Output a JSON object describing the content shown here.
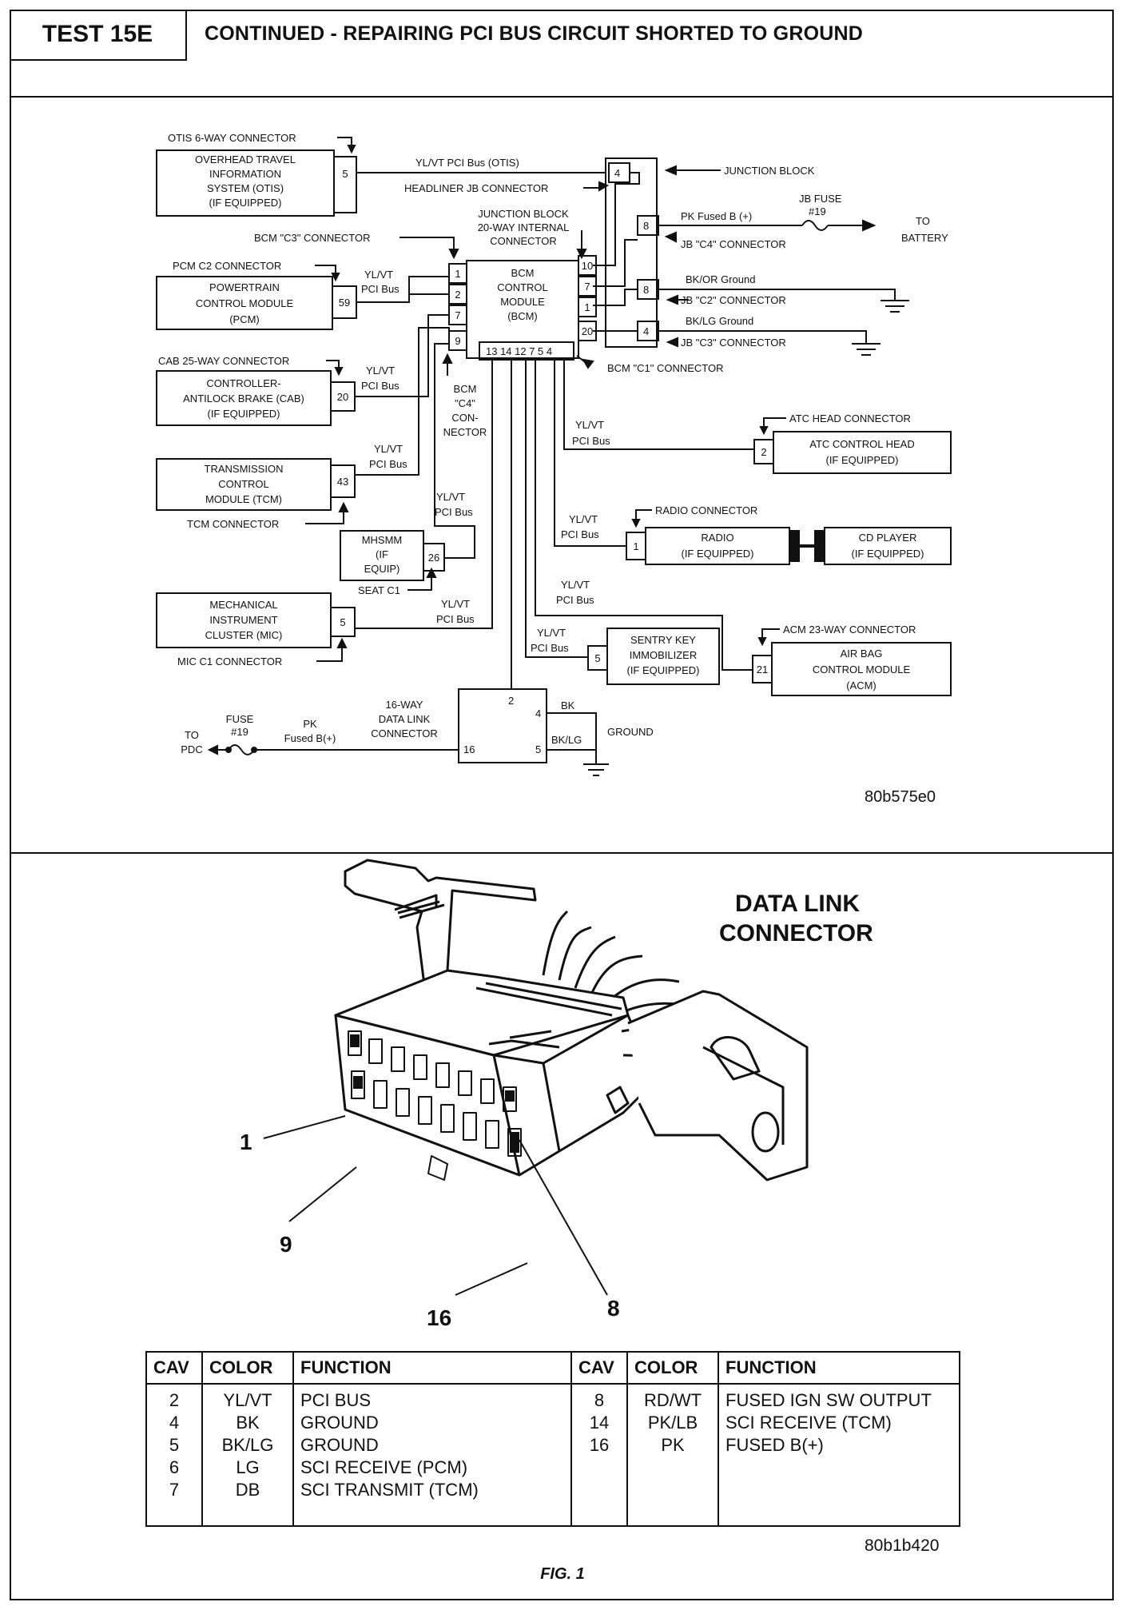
{
  "header": {
    "test_label": "TEST 15E",
    "title": "CONTINUED - REPAIRING PCI BUS CIRCUIT SHORTED TO GROUND"
  },
  "wiring_diagram": {
    "image_code": "80b575e0",
    "otis": {
      "connector_label": "OTIS 6-WAY CONNECTOR",
      "module_lines": [
        "OVERHEAD TRAVEL",
        "INFORMATION",
        "SYSTEM (OTIS)",
        "(IF EQUIPPED)"
      ],
      "pin": "5",
      "wire": "YL/VT PCI Bus (OTIS)"
    },
    "junction_block": {
      "label": "JUNCTION BLOCK",
      "headliner_label": "HEADLINER JB CONNECTOR",
      "internal_label_lines": [
        "JUNCTION BLOCK",
        "20-WAY INTERNAL",
        "CONNECTOR"
      ],
      "pins": [
        "4",
        "8",
        "8",
        "4"
      ],
      "fuse_wire": "PK Fused B (+)",
      "fuse_label_lines": [
        "JB FUSE",
        "#19"
      ],
      "to_battery_lines": [
        "TO",
        "BATTERY"
      ],
      "c4_label": "JB \"C4\" CONNECTOR",
      "ground1_wire": "BK/OR Ground",
      "c2_label": "JB \"C2\" CONNECTOR",
      "ground2_wire": "BK/LG Ground",
      "c3_label": "JB \"C3\" CONNECTOR"
    },
    "bcm": {
      "module_lines": [
        "BCM",
        "CONTROL",
        "MODULE",
        "(BCM)"
      ],
      "c3_label": "BCM \"C3\" CONNECTOR",
      "left_pins": [
        "1",
        "2",
        "7",
        "9"
      ],
      "right_pins": [
        "10",
        "7",
        "1",
        "20"
      ],
      "bottom_pins": "13 14  12 7 5 4",
      "c1_label": "BCM \"C1\" CONNECTOR",
      "c4_label_lines": [
        "BCM",
        "\"C4\"",
        "CON-",
        "NECTOR"
      ]
    },
    "pcm": {
      "connector_label": "PCM C2 CONNECTOR",
      "module_lines": [
        "POWERTRAIN",
        "CONTROL MODULE",
        "(PCM)"
      ],
      "pin": "59",
      "wire_lines": [
        "YL/VT",
        "PCI Bus"
      ]
    },
    "cab": {
      "connector_label": "CAB 25-WAY CONNECTOR",
      "module_lines": [
        "CONTROLLER-",
        "ANTILOCK BRAKE (CAB)",
        "(IF EQUIPPED)"
      ],
      "pin": "20",
      "wire_lines": [
        "YL/VT",
        "PCI Bus"
      ]
    },
    "tcm": {
      "module_lines": [
        "TRANSMISSION",
        "CONTROL",
        "MODULE (TCM)"
      ],
      "connector_label": "TCM CONNECTOR",
      "pin": "43",
      "wire_lines": [
        "YL/VT",
        "PCI Bus"
      ]
    },
    "mhsmm": {
      "module_lines": [
        "MHSMM",
        "(IF",
        "EQUIP)"
      ],
      "connector_label": "SEAT C1",
      "pin": "26",
      "wire_lines": [
        "YL/VT",
        "PCI Bus"
      ]
    },
    "mic": {
      "module_lines": [
        "MECHANICAL",
        "INSTRUMENT",
        "CLUSTER (MIC)"
      ],
      "connector_label": "MIC C1 CONNECTOR",
      "pin": "5",
      "wire_lines": [
        "YL/VT",
        "PCI Bus"
      ]
    },
    "atc": {
      "connector_label": "ATC HEAD CONNECTOR",
      "module_lines": [
        "ATC CONTROL HEAD",
        "(IF EQUIPPED)"
      ],
      "pin": "2",
      "wire_lines": [
        "YL/VT",
        "PCI Bus"
      ]
    },
    "radio": {
      "connector_label": "RADIO CONNECTOR",
      "module_lines": [
        "RADIO",
        "(IF EQUIPPED)"
      ],
      "pin": "1",
      "wire_lines": [
        "YL/VT",
        "PCI Bus"
      ],
      "cd_lines": [
        "CD PLAYER",
        "(IF EQUIPPED)"
      ]
    },
    "sentry": {
      "module_lines": [
        "SENTRY KEY",
        "IMMOBILIZER",
        "(IF EQUIPPED)"
      ],
      "pin": "5",
      "wire_lines": [
        "YL/VT",
        "PCI Bus"
      ]
    },
    "acm": {
      "connector_label": "ACM 23-WAY CONNECTOR",
      "module_lines": [
        "AIR BAG",
        "CONTROL MODULE",
        "(ACM)"
      ],
      "pin": "21",
      "wire_lines": [
        "YL/VT",
        "PCI Bus"
      ]
    },
    "dlc": {
      "label_lines": [
        "16-WAY",
        "DATA LINK",
        "CONNECTOR"
      ],
      "pins": [
        "2",
        "4",
        "16",
        "5"
      ],
      "bk": "BK",
      "bklg": "BK/LG",
      "ground": "GROUND",
      "to_pdc_lines": [
        "TO",
        "PDC"
      ],
      "fuse_lines": [
        "FUSE",
        "#19"
      ],
      "pk_lines": [
        "PK",
        "Fused B(+)"
      ]
    }
  },
  "connector_view": {
    "title_lines": [
      "DATA LINK",
      "CONNECTOR"
    ],
    "callouts": [
      "1",
      "9",
      "16",
      "8"
    ]
  },
  "pin_table": {
    "headers": [
      "CAV",
      "COLOR",
      "FUNCTION",
      "CAV",
      "COLOR",
      "FUNCTION"
    ],
    "left_rows": [
      {
        "cav": "2",
        "color": "YL/VT",
        "function": "PCI BUS"
      },
      {
        "cav": "4",
        "color": "BK",
        "function": "GROUND"
      },
      {
        "cav": "5",
        "color": "BK/LG",
        "function": "GROUND"
      },
      {
        "cav": "6",
        "color": "LG",
        "function": "SCI RECEIVE (PCM)"
      },
      {
        "cav": "7",
        "color": "DB",
        "function": "SCI TRANSMIT (TCM)"
      }
    ],
    "right_rows": [
      {
        "cav": "8",
        "color": "RD/WT",
        "function": "FUSED IGN SW OUTPUT"
      },
      {
        "cav": "14",
        "color": "PK/LB",
        "function": "SCI RECEIVE (TCM)"
      },
      {
        "cav": "16",
        "color": "PK",
        "function": "FUSED B(+)"
      }
    ]
  },
  "figure": {
    "image_code": "80b1b420",
    "caption": "FIG. 1"
  }
}
